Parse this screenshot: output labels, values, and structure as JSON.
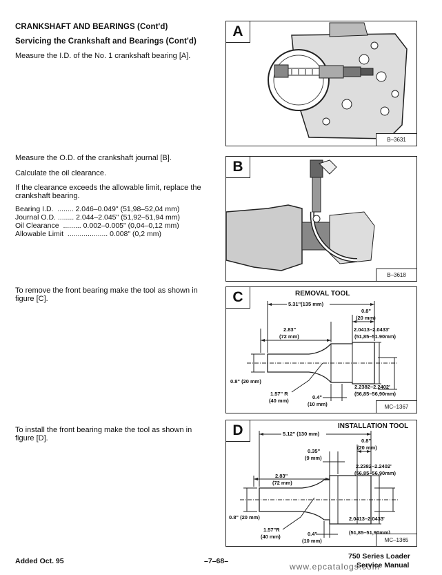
{
  "heading": "CRANKSHAFT AND BEARINGS (Cont'd)",
  "subheading": "Servicing the Crankshaft and Bearings (Cont'd)",
  "para_a": "Measure the I.D. of the No. 1 crankshaft bearing [A].",
  "para_b1": "Measure the O.D. of the crankshaft journal [B].",
  "para_b2": "Calculate the oil clearance.",
  "para_b3_l1": "If the clearance exceeds the allowable limit, replace the",
  "para_b3_l2": "crankshaft bearing.",
  "specs": [
    "Bearing I.D.  ........ 2.046–0.049\" (51,98–52,04 mm)",
    "Journal O.D. ........ 2.044–2.045\" (51,92–51,94 mm)",
    "Oil Clearance  ......... 0.002–0.005\" (0,04–0,12 mm)",
    "Allowable Limit  .................... 0.008\" (0,2 mm)"
  ],
  "para_c_l1": "To remove the front bearing make the tool as shown in",
  "para_c_l2": "figure [C].",
  "para_d_l1": "To install the front bearing make the tool as shown in",
  "para_d_l2": "figure [D].",
  "fig_a": {
    "letter": "A",
    "ref": "B–3631"
  },
  "fig_b": {
    "letter": "B",
    "ref": "B–3618"
  },
  "fig_c": {
    "letter": "C",
    "ref": "MC–1367",
    "title": "REMOVAL TOOL",
    "dims": {
      "overall": "5.31\"(135 mm)",
      "d1": "0.8\"",
      "d1mm": "(20 mm)",
      "d2": "2.83\"",
      "d2mm": "(72 mm)",
      "d3": "2.0413–2.0433'",
      "d3mm": "(51,85–51.90mm)",
      "d4": "0.8\" (20 mm)",
      "d5": "2.2382–2.2402'",
      "d5mm": "(56,85–56,90mm)",
      "d6": "1.57\" R",
      "d6mm": "(40 mm)",
      "d7": "0.4\"",
      "d7mm": "(10 mm)"
    }
  },
  "fig_d": {
    "letter": "D",
    "ref": "MC–1365",
    "title": "INSTALLATION TOOL",
    "dims": {
      "overall": "5.12\" (130 mm)",
      "d1": "0.8\"",
      "d1mm": "(20 mm)",
      "d2": "0.35\"",
      "d2mm": "(9 mm)",
      "d3": "2.2382–2.2402'",
      "d3mm": "(56,85–56,90mm)",
      "d4": "2.83\"",
      "d4mm": "(72 mm)",
      "d5": "0.8\" (20 mm)",
      "d6": "2.0413–2.0433'",
      "d6mm": "(51,85–51,90mm)",
      "d7": "1.57\"R",
      "d7mm": "(40 mm)",
      "d8": "0.4\"",
      "d8mm": "(10 mm)"
    }
  },
  "footer": {
    "left": "Added Oct. 95",
    "center": "–7–68–",
    "right_l1": "750 Series Loader",
    "right_l2": "Service Manual",
    "watermark": "www.epcatalogs.com"
  }
}
